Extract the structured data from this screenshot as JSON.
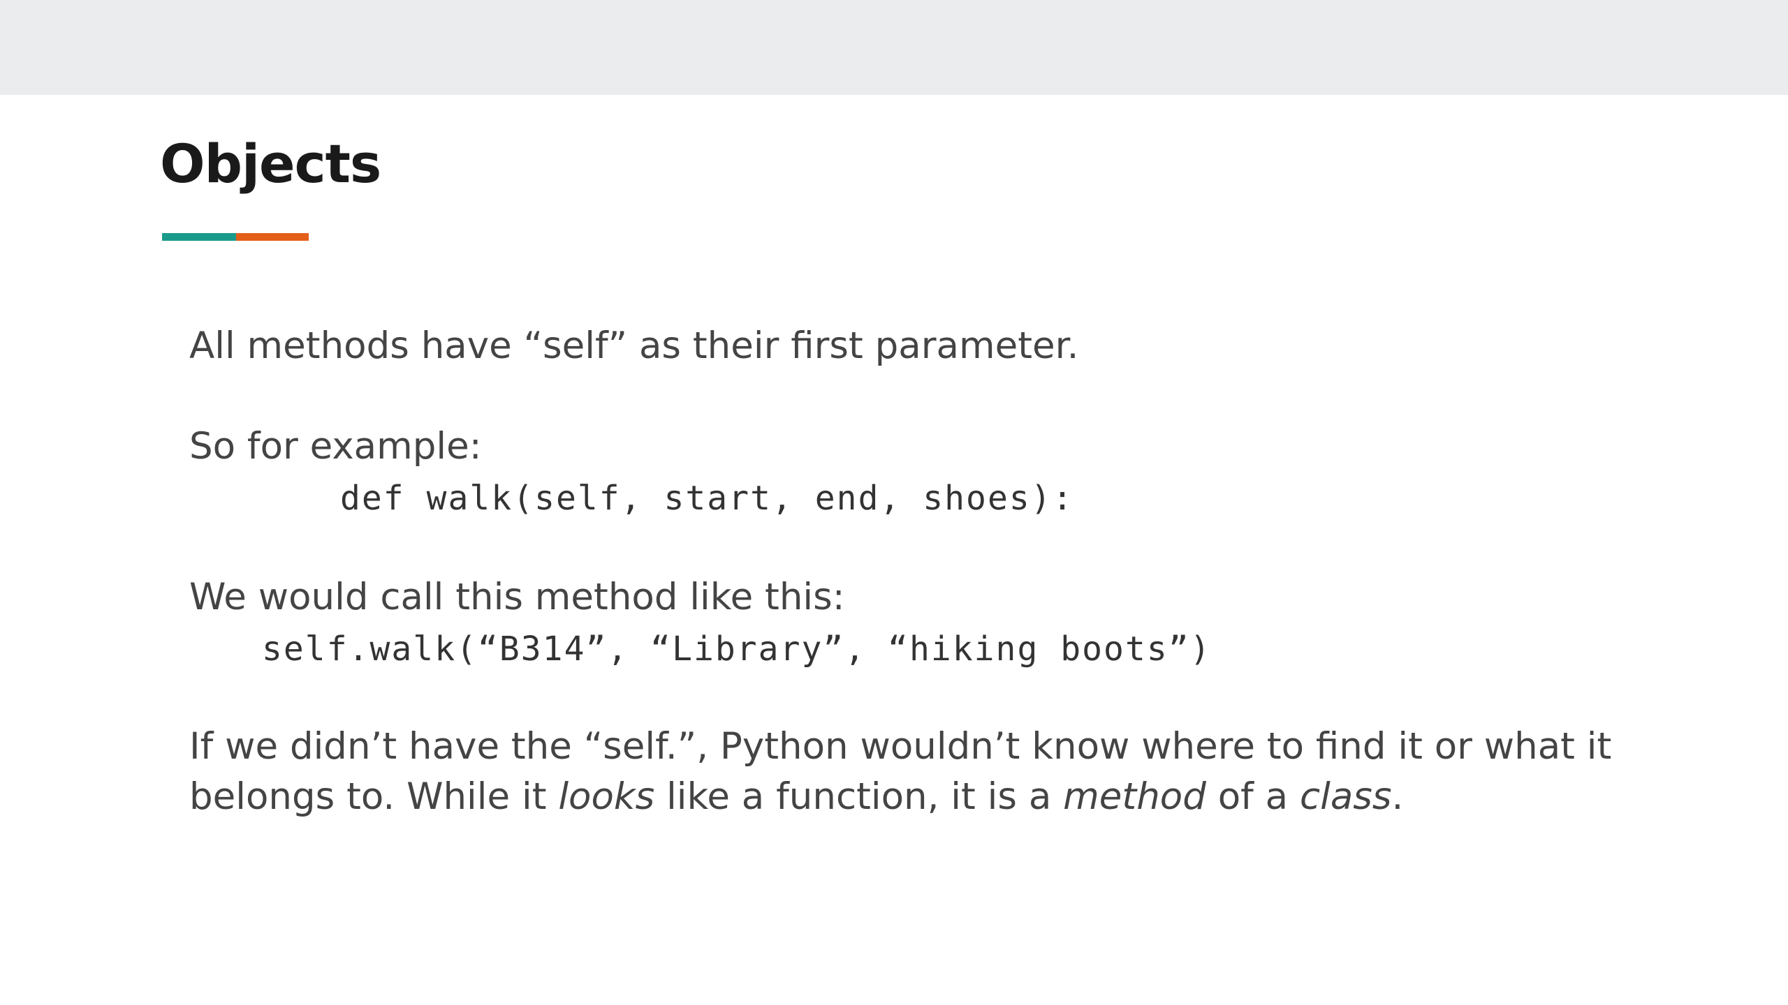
{
  "slide": {
    "title": "Objects",
    "accent_colors": [
      "#1a9a8a",
      "#e4601a"
    ],
    "paragraph_1": "All methods have “self” as their first parameter.",
    "paragraph_2_intro": "So for example:",
    "code_1": "def walk(self, start, end, shoes):",
    "paragraph_3_intro": "We would call this method like this:",
    "code_2": "self.walk(“B314”, “Library”, “hiking boots”)",
    "paragraph_4": {
      "line_1": "If we didn’t have the “self.”, Python wouldn’t know where to find it or what it",
      "line_2_part_1": "belongs to. While it ",
      "line_2_em_1": "looks",
      "line_2_part_2": " like a function, it is a ",
      "line_2_em_2": "method",
      "line_2_part_3": " of a ",
      "line_2_em_3": "class",
      "line_2_part_4": "."
    }
  }
}
